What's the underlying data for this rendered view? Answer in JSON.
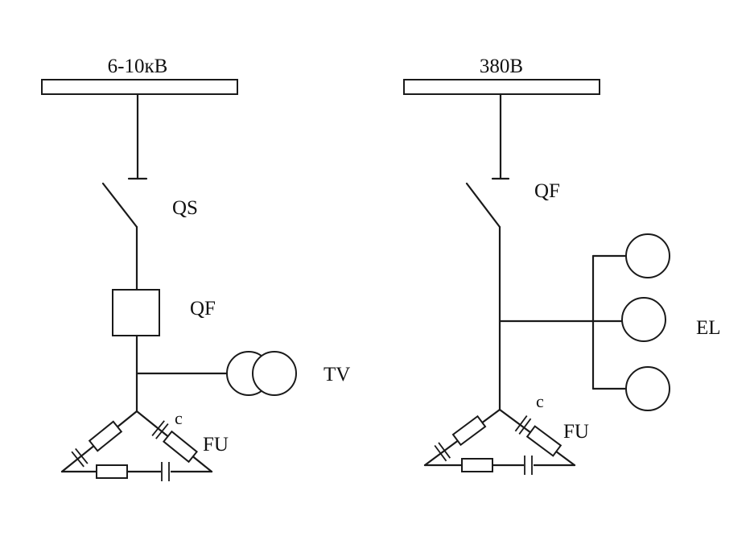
{
  "left_scheme": {
    "bus_voltage": "6-10кВ",
    "disconnector": "QS",
    "breaker": "QF",
    "voltage_transformer": "TV",
    "capacitor": "c",
    "fuse": "FU"
  },
  "right_scheme": {
    "bus_voltage": "380В",
    "breaker": "QF",
    "lamps": "EL",
    "capacitor": "c",
    "fuse": "FU"
  }
}
